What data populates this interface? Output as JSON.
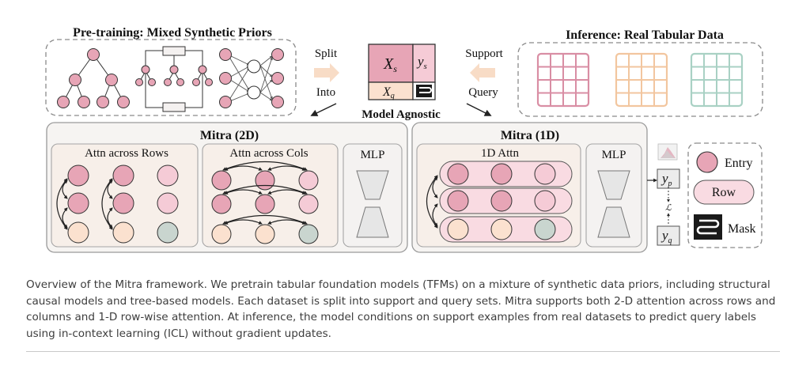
{
  "diagram": {
    "pretraining_title": "Pre-training: Mixed Synthetic Priors",
    "inference_title": "Inference: Real Tabular Data",
    "split_label": "Split",
    "into_label": "Into",
    "support_label": "Support",
    "query_label": "Query",
    "model_agnostic_label": "Model Agnostic",
    "xs_label": "X",
    "xs_sub": "s",
    "ys_label": "y",
    "ys_sub": "s",
    "xq_label": "X",
    "xq_sub": "q",
    "mitra2d_title": "Mitra (2D)",
    "attn_rows_label": "Attn across Rows",
    "attn_cols_label": "Attn across Cols",
    "mlp_label": "MLP",
    "mitra1d_title": "Mitra (1D)",
    "attn1d_label": "1D Attn",
    "yp_label": "y",
    "yp_sub": "p",
    "yq_label": "y",
    "yq_sub": "q",
    "loss_label": "ℒ",
    "legend_entry": "Entry",
    "legend_row": "Row",
    "legend_mask": "Mask"
  },
  "colors": {
    "pink": "#e7a5b6",
    "light_pink": "#f5cbd6",
    "peach": "#fbe1cf",
    "grey_green": "#c9d5cf",
    "panel_bg": "#f6f4f2",
    "sub_panel_bg": "#f7efe9",
    "table_pink": "#d98ea4",
    "table_orange": "#f2c69f",
    "table_green": "#a9d1c4"
  },
  "caption": "Overview of the Mitra framework. We pretrain tabular foundation models (TFMs) on a mixture of synthetic data priors, including structural causal models and tree-based models. Each dataset is split into support and query sets. Mitra supports both 2-D attention across rows and columns and 1-D row-wise attention. At inference, the model conditions on support examples from real datasets to predict query labels using in-context learning (ICL) without gradient updates."
}
